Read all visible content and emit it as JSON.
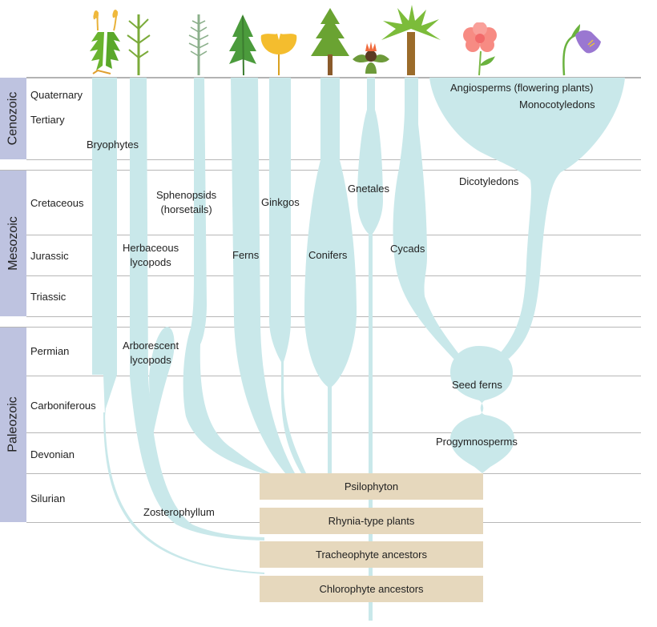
{
  "title": "Evolutionary history of plants across geologic time",
  "eras": [
    {
      "name": "Cenozoic",
      "periods": [
        "Quaternary",
        "Tertiary"
      ]
    },
    {
      "name": "Mesozoic",
      "periods": [
        "Cretaceous",
        "Jurassic",
        "Triassic"
      ]
    },
    {
      "name": "Paleozoic",
      "periods": [
        "Permian",
        "Carboniferous",
        "Devonian",
        "Silurian"
      ]
    }
  ],
  "lineages": {
    "bryophytes": "Bryophytes",
    "sphenopsids_1": "Sphenopsids",
    "sphenopsids_2": "(horsetails)",
    "herbaceous_1": "Herbaceous",
    "herbaceous_2": "lycopods",
    "arborescent_1": "Arborescent",
    "arborescent_2": "lycopods",
    "ferns": "Ferns",
    "ginkgos": "Ginkgos",
    "conifers": "Conifers",
    "gnetales": "Gnetales",
    "cycads": "Cycads",
    "angiosperms": "Angiosperms (flowering plants)",
    "monocots": "Monocotyledons",
    "dicots": "Dicotyledons",
    "seed_ferns": "Seed ferns",
    "progymnosperms": "Progymnosperms",
    "zosterophyllum": "Zosterophyllum"
  },
  "ancestors": [
    "Psilophyton",
    "Rhynia-type plants",
    "Tracheophyte ancestors",
    "Chlorophyte ancestors"
  ],
  "icons": [
    "moss-icon",
    "lycopod-icon",
    "horsetail-icon",
    "fern-icon",
    "ginkgo-leaf-icon",
    "conifer-tree-icon",
    "gnetum-icon",
    "cycad-palm-icon",
    "flower-icon",
    "bellflower-icon"
  ],
  "colors": {
    "lineage_fill": "#c9e8ea",
    "era_bar": "#bec3e0",
    "ancestor_box": "#e6d8bd",
    "grid_line": "#b7b7b7"
  }
}
